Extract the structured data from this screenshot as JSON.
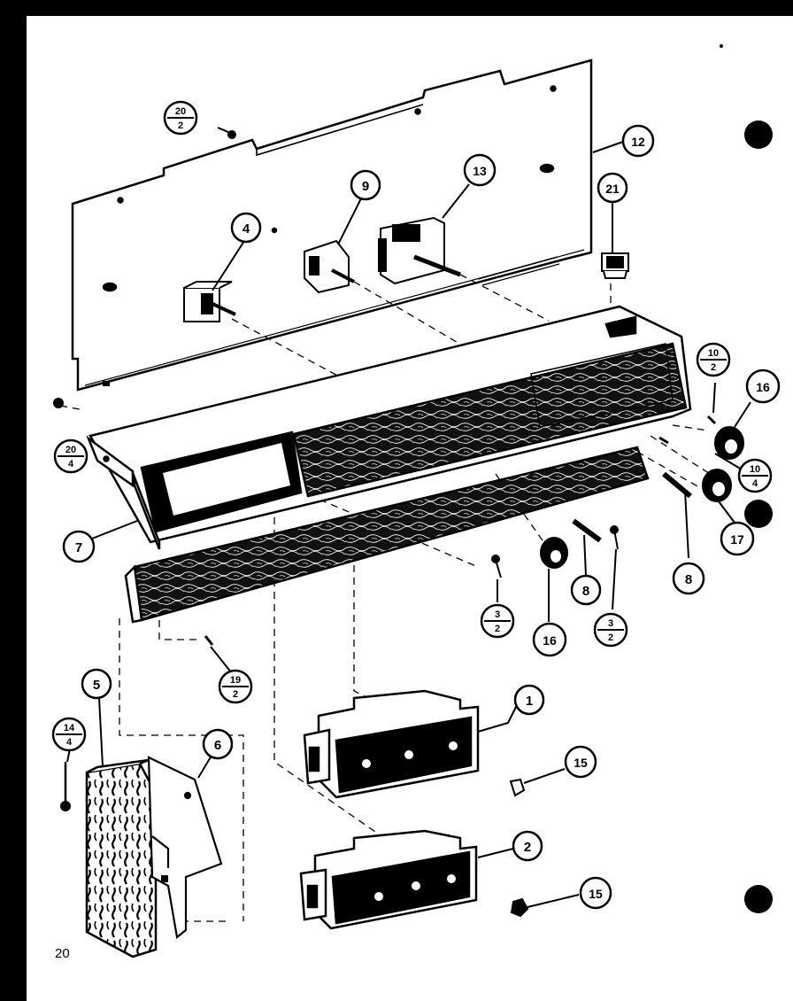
{
  "page_number": "20",
  "callouts": [
    {
      "id": "c1",
      "label": "1"
    },
    {
      "id": "c2",
      "label": "2"
    },
    {
      "id": "c4",
      "label": "4"
    },
    {
      "id": "c5",
      "label": "5"
    },
    {
      "id": "c6",
      "label": "6"
    },
    {
      "id": "c7",
      "label": "7"
    },
    {
      "id": "c8a",
      "label": "8"
    },
    {
      "id": "c8b",
      "label": "8"
    },
    {
      "id": "c9",
      "label": "9"
    },
    {
      "id": "c12",
      "label": "12"
    },
    {
      "id": "c13",
      "label": "13"
    },
    {
      "id": "c15a",
      "label": "15"
    },
    {
      "id": "c15b",
      "label": "15"
    },
    {
      "id": "c16a",
      "label": "16"
    },
    {
      "id": "c16b",
      "label": "16"
    },
    {
      "id": "c17",
      "label": "17"
    },
    {
      "id": "c21",
      "label": "21"
    }
  ],
  "fraction_callouts": [
    {
      "id": "f20-2",
      "top": "20",
      "bottom": "2"
    },
    {
      "id": "f20-4",
      "top": "20",
      "bottom": "4"
    },
    {
      "id": "f10-2",
      "top": "10",
      "bottom": "2"
    },
    {
      "id": "f10-4",
      "top": "10",
      "bottom": "4"
    },
    {
      "id": "f3-2a",
      "top": "3",
      "bottom": "2"
    },
    {
      "id": "f3-2b",
      "top": "3",
      "bottom": "2"
    },
    {
      "id": "f19-2",
      "top": "19",
      "bottom": "2"
    },
    {
      "id": "f14-4",
      "top": "14",
      "bottom": "4"
    }
  ]
}
